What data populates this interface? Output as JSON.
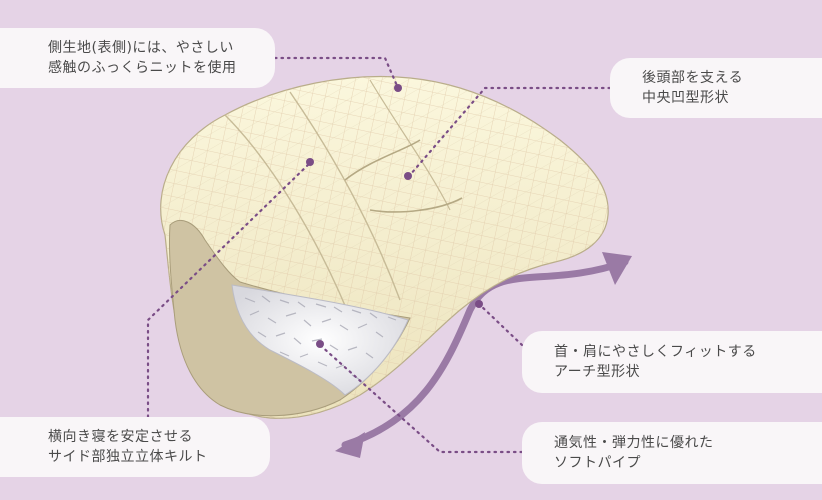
{
  "callouts": {
    "fabric": {
      "line1": "側生地(表側)には、やさしい",
      "line2": "感触のふっくらニットを使用"
    },
    "center": {
      "line1": "後頭部を支える",
      "line2": "中央凹型形状"
    },
    "arch": {
      "line1": "首・肩にやさしくフィットする",
      "line2": "アーチ型形状"
    },
    "side": {
      "line1": "横向き寝を安定させる",
      "line2": "サイド部独立立体キルト"
    },
    "pipe": {
      "line1": "通気性・弾力性に優れた",
      "line2": "ソフトパイプ"
    }
  },
  "colors": {
    "background": "#e5d3e6",
    "callout_bg": "#f9f6f8",
    "pillow": "#f5efcd",
    "accent": "#7a4d86"
  }
}
